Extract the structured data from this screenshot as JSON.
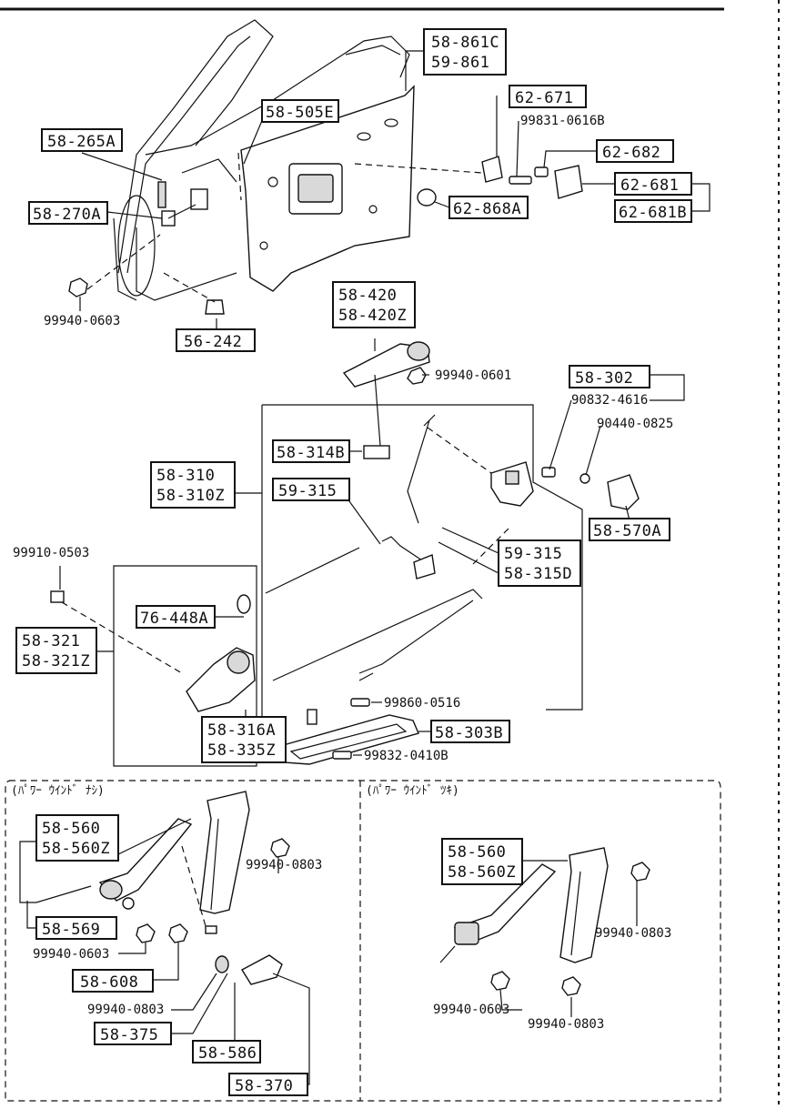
{
  "sections": {
    "left": "(ﾊﾟﾜｰ ｳｲﾝﾄﾞ ﾅｼ)",
    "right": "(ﾊﾟﾜｰ ｳｲﾝﾄﾞ ﾂｷ)"
  },
  "boxed": {
    "b_58_861c": "58-861C",
    "b_59_861": "59-861",
    "b_62_671": "62-671",
    "b_62_682": "62-682",
    "b_62_681": "62-681",
    "b_62_681b": "62-681B",
    "b_58_505e": "58-505E",
    "b_58_265a": "58-265A",
    "b_58_270a": "58-270A",
    "b_62_868a": "62-868A",
    "b_56_242": "56-242",
    "b_58_420": "58-420",
    "b_58_420z": "58-420Z",
    "b_58_302": "58-302",
    "b_58_314b": "58-314B",
    "b_58_310": "58-310",
    "b_58_310z": "58-310Z",
    "b_59_315a": "59-315",
    "b_59_315b": "59-315",
    "b_58_315d": "58-315D",
    "b_58_570a": "58-570A",
    "b_76_448a": "76-448A",
    "b_58_321": "58-321",
    "b_58_321z": "58-321Z",
    "b_58_316a": "58-316A",
    "b_58_335z": "58-335Z",
    "b_58_303b": "58-303B",
    "b_58_560_l": "58-560",
    "b_58_560z_l": "58-560Z",
    "b_58_569": "58-569",
    "b_58_608": "58-608",
    "b_58_375": "58-375",
    "b_58_586": "58-586",
    "b_58_370": "58-370",
    "b_58_560_r": "58-560",
    "b_58_560z_r": "58-560Z"
  },
  "plain": {
    "p_99831_0616b": "99831-0616B",
    "p_99940_0603_a": "99940-0603",
    "p_99940_0601": "99940-0601",
    "p_90832_4616": "90832-4616",
    "p_90440_0825": "90440-0825",
    "p_99910_0503": "99910-0503",
    "p_99860_0516": "99860-0516",
    "p_99832_0410b": "99832-0410B",
    "p_99940_0803_a": "99940-0803",
    "p_99940_0603_b": "99940-0603",
    "p_99940_0803_b": "99940-0803",
    "p_99940_0803_c": "99940-0803",
    "p_99940_0603_c": "99940-0603",
    "p_99940_0803_d": "99940-0803"
  }
}
